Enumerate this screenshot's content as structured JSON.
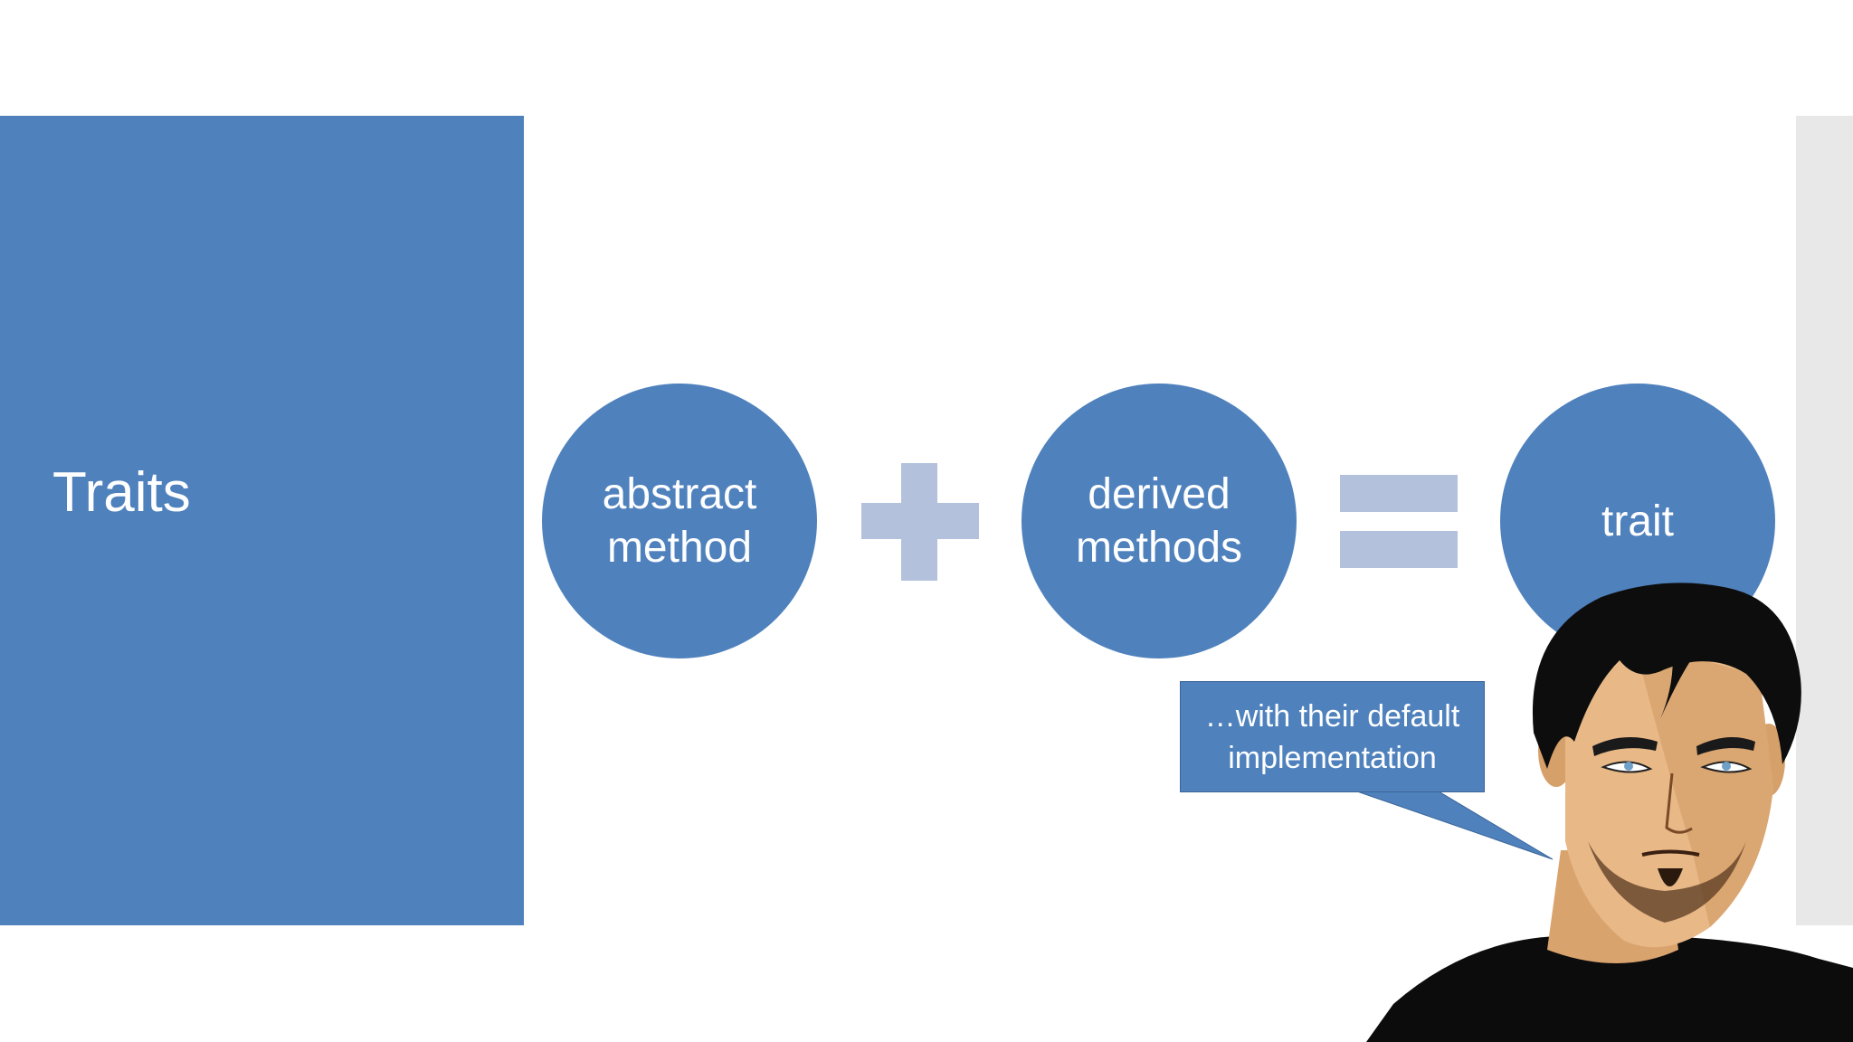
{
  "slide": {
    "title": "Traits"
  },
  "equation": {
    "term1": {
      "line1": "abstract",
      "line2": "method"
    },
    "operator1": "plus",
    "term2": {
      "line1": "derived",
      "line2": "methods"
    },
    "operator2": "equals",
    "result": {
      "line1": "trait"
    }
  },
  "callout": {
    "line1": "…with their default",
    "line2": "implementation"
  },
  "colors": {
    "primary_blue": "#4f81bd",
    "operator_light_blue": "#b3c1dd",
    "background": "#ffffff",
    "side_strip": "#e8e8e8"
  },
  "icons": {
    "operator1": "plus-sign-icon",
    "operator2": "equals-sign-icon",
    "character": "comic-man-illustration"
  }
}
